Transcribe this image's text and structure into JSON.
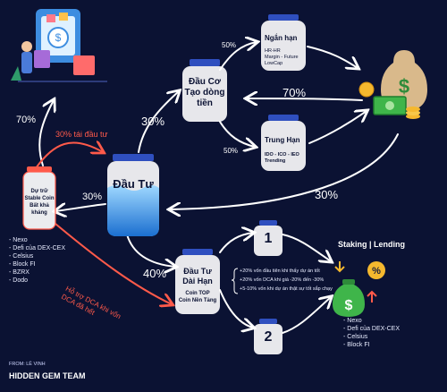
{
  "jars": {
    "dau_tu": "Đầu Tư",
    "dau_co": [
      "Đầu Cơ",
      "Tạo dòng",
      "tiền"
    ],
    "ngan_han": "Ngắn hạn",
    "ngan_han_sub": [
      "HR-HR",
      "Margin - Future",
      "LowCap"
    ],
    "trung_han": "Trung Hạn",
    "trung_han_sub": [
      "IDO - ICO - IEO",
      "Trending"
    ],
    "du_tru": [
      "Dự trữ",
      "Stable Coin",
      "Bất khả",
      "kháng"
    ],
    "dai_han": [
      "Đầu Tư",
      "Dài Hạn"
    ],
    "dai_han_sub": [
      "Coin TOP",
      "Coin Nền Tảng"
    ],
    "jar1": "1",
    "jar2": "2"
  },
  "labels": {
    "p50_top": "50%",
    "p50_mid": "50%",
    "p70_center": "70%",
    "p70_left": "70%",
    "p30_left": "30%",
    "p30_main": "30%",
    "p30_right": "30%",
    "p40": "40%",
    "reinvest": "30% tái đầu tư",
    "dca_support": [
      "Hỗ trợ DCA khi vốn",
      "DCA đã hết"
    ],
    "staking": "Staking | Lending"
  },
  "notes": [
    "+20% vốn đầu tiên khi thấy dự án tốt",
    "+20% vốn DCA khi giá -20% đến -30%",
    "+5-10% vốn khi dự án thật sự tốt sắp chạy"
  ],
  "left_list": [
    "Nexo",
    "Defi của DEX-CEX",
    "Celsius",
    "Block FI",
    "BZRX",
    "Dodo"
  ],
  "right_list": [
    "Nexo",
    "Defi của DEX-CEX",
    "Celsius",
    "Block FI"
  ],
  "footer": {
    "from": "FROM: LÊ VINH",
    "team": "HIDDEN GEM TEAM"
  },
  "colors": {
    "background": "#0b1233",
    "accent_red": "#ff5a4a",
    "jar_blue": "#3aa0e8",
    "jar_lid": "#2f4fbf"
  }
}
